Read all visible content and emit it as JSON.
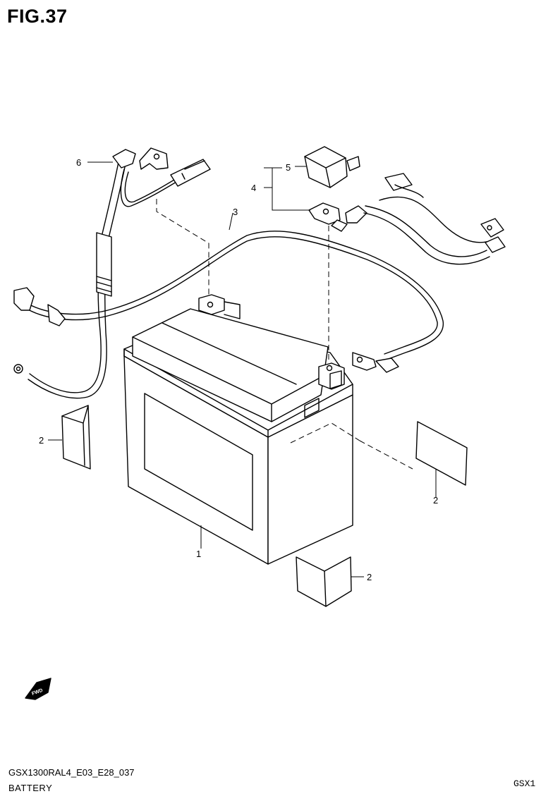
{
  "figure": {
    "title": "FIG.37"
  },
  "callouts": [
    {
      "id": "1",
      "label": "1"
    },
    {
      "id": "2a",
      "label": "2"
    },
    {
      "id": "2b",
      "label": "2"
    },
    {
      "id": "2c",
      "label": "2"
    },
    {
      "id": "3",
      "label": "3"
    },
    {
      "id": "4",
      "label": "4"
    },
    {
      "id": "5",
      "label": "5"
    },
    {
      "id": "6",
      "label": "6"
    }
  ],
  "fwd_badge": {
    "label": "FWD"
  },
  "footer": {
    "model_code": "GSX1300RAL4_E03_E28_037",
    "section": "BATTERY",
    "corner": "GSX1"
  }
}
